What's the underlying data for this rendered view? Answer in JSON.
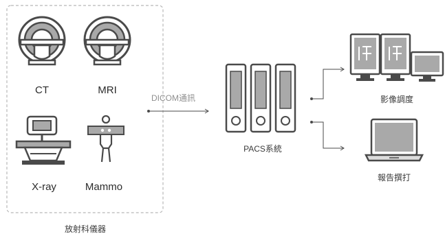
{
  "modalities": {
    "ct_label": "CT",
    "mri_label": "MRI",
    "xray_label": "X-ray",
    "mammo_label": "Mammo",
    "group_caption": "放射科儀器"
  },
  "connection": {
    "label": "DICOM通訊"
  },
  "pacs": {
    "label": "PACS系統"
  },
  "outputs": {
    "viewing_label": "影像調度",
    "report_label": "報告撰打"
  },
  "colors": {
    "stroke": "#4a4a4a",
    "fill_gray": "#a9a9a9",
    "fill_light": "#dcdcdc",
    "dashed_border": "#b8b8b8"
  }
}
